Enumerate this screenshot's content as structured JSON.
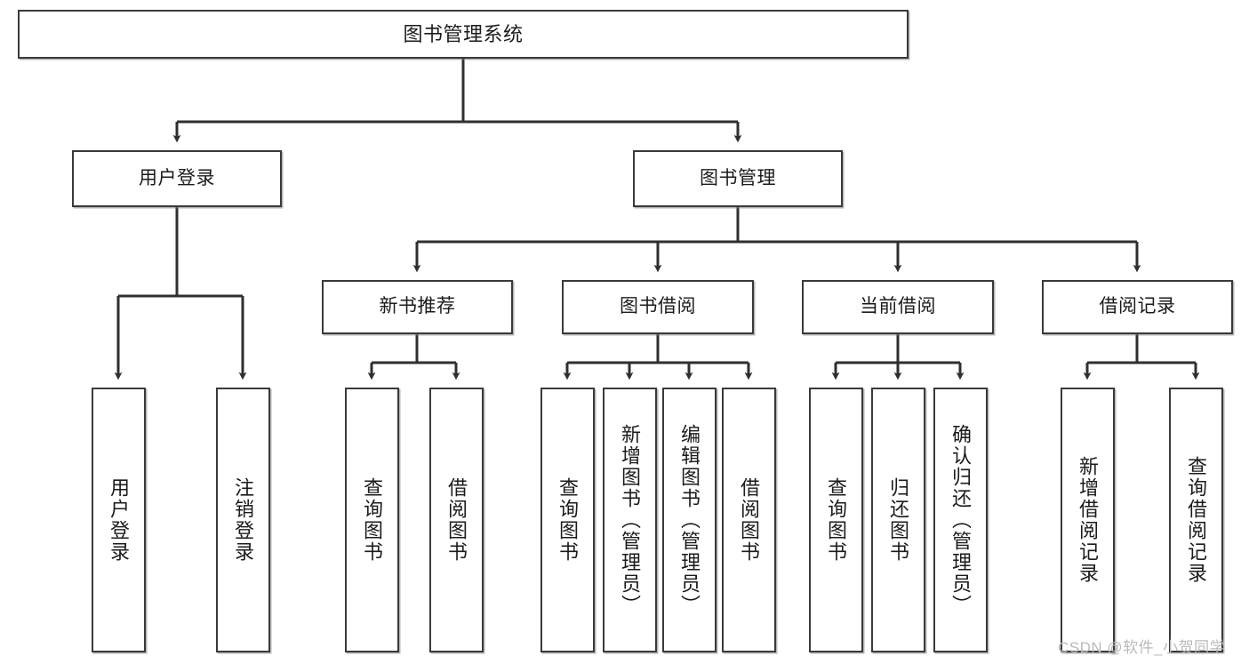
{
  "diagram": {
    "type": "tree",
    "title": "图书管理系统",
    "watermark": "CSDN @软件_小贺同学",
    "colors": {
      "box_border": "#3a3a3a",
      "box_fill": "#ffffff",
      "connector": "#2f2f2f",
      "text": "#1b1b1b",
      "watermark": "#b9b9b9"
    },
    "nodes": {
      "root": {
        "label": "图书管理系统"
      },
      "level2": [
        {
          "id": "user-login",
          "label": "用户登录"
        },
        {
          "id": "book-management",
          "label": "图书管理"
        }
      ],
      "level3": [
        {
          "id": "new-book-recommend",
          "label": "新书推荐"
        },
        {
          "id": "book-borrow",
          "label": "图书借阅"
        },
        {
          "id": "current-borrow",
          "label": "当前借阅"
        },
        {
          "id": "borrow-record",
          "label": "借阅记录"
        }
      ],
      "leaves": {
        "user_login": [
          {
            "id": "leaf-user-login",
            "label": "用户登录"
          },
          {
            "id": "leaf-logout-login",
            "label": "注销登录"
          }
        ],
        "new_book_recommend": [
          {
            "id": "leaf-query-book-1",
            "label": "查询图书"
          },
          {
            "id": "leaf-borrow-book-1",
            "label": "借阅图书"
          }
        ],
        "book_borrow": [
          {
            "id": "leaf-query-book-2",
            "label": "查询图书"
          },
          {
            "id": "leaf-add-book",
            "label": "新增图书（管理员）"
          },
          {
            "id": "leaf-edit-book",
            "label": "编辑图书（管理员）"
          },
          {
            "id": "leaf-borrow-book-2",
            "label": "借阅图书"
          }
        ],
        "current_borrow": [
          {
            "id": "leaf-query-book-3",
            "label": "查询图书"
          },
          {
            "id": "leaf-return-book",
            "label": "归还图书"
          },
          {
            "id": "leaf-confirm-return",
            "label": "确认归还（管理员）"
          }
        ],
        "borrow_record": [
          {
            "id": "leaf-add-borrow-record",
            "label": "新增借阅记录"
          },
          {
            "id": "leaf-query-borrow-record",
            "label": "查询借阅记录"
          }
        ]
      }
    }
  }
}
